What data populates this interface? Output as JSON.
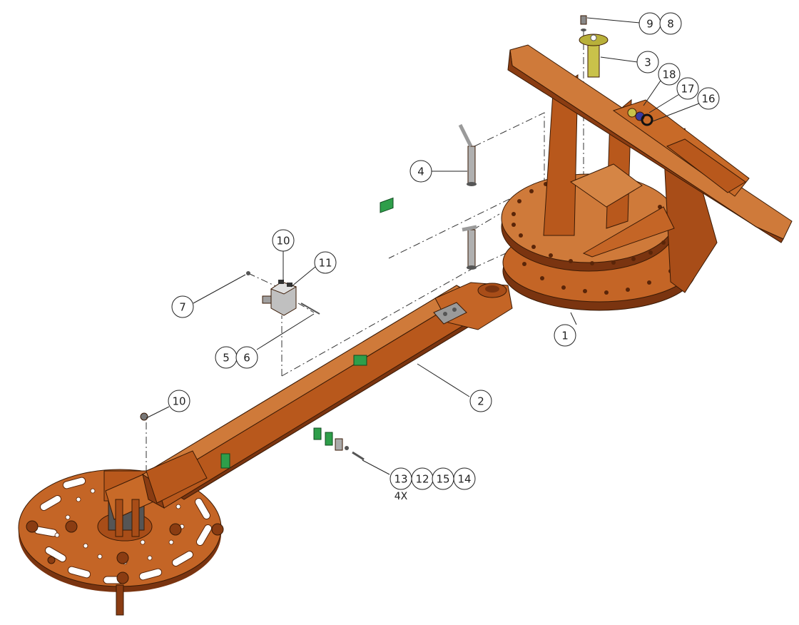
{
  "colors": {
    "frame_main": "#b8581c",
    "frame_light": "#cf7a3a",
    "frame_dark": "#7a3410",
    "frame_beam": "#c86a28",
    "steel": "#c9c9c9",
    "steel_dark": "#7d7d7d",
    "green": "#2e9e4a",
    "yellow": "#c9c24a",
    "ink": "#222222"
  },
  "balloons": [
    {
      "id": "b9",
      "label": "9"
    },
    {
      "id": "b8",
      "label": "8"
    },
    {
      "id": "b3",
      "label": "3"
    },
    {
      "id": "b18",
      "label": "18"
    },
    {
      "id": "b17",
      "label": "17"
    },
    {
      "id": "b16",
      "label": "16"
    },
    {
      "id": "b4",
      "label": "4"
    },
    {
      "id": "b10a",
      "label": "10"
    },
    {
      "id": "b11",
      "label": "11"
    },
    {
      "id": "b7",
      "label": "7"
    },
    {
      "id": "b1",
      "label": "1"
    },
    {
      "id": "b5",
      "label": "5"
    },
    {
      "id": "b6",
      "label": "6"
    },
    {
      "id": "b2",
      "label": "2"
    },
    {
      "id": "b10b",
      "label": "10"
    },
    {
      "id": "b13",
      "label": "13"
    },
    {
      "id": "b12",
      "label": "12"
    },
    {
      "id": "b15",
      "label": "15"
    },
    {
      "id": "b14",
      "label": "14"
    }
  ],
  "quantity_note": "4X"
}
